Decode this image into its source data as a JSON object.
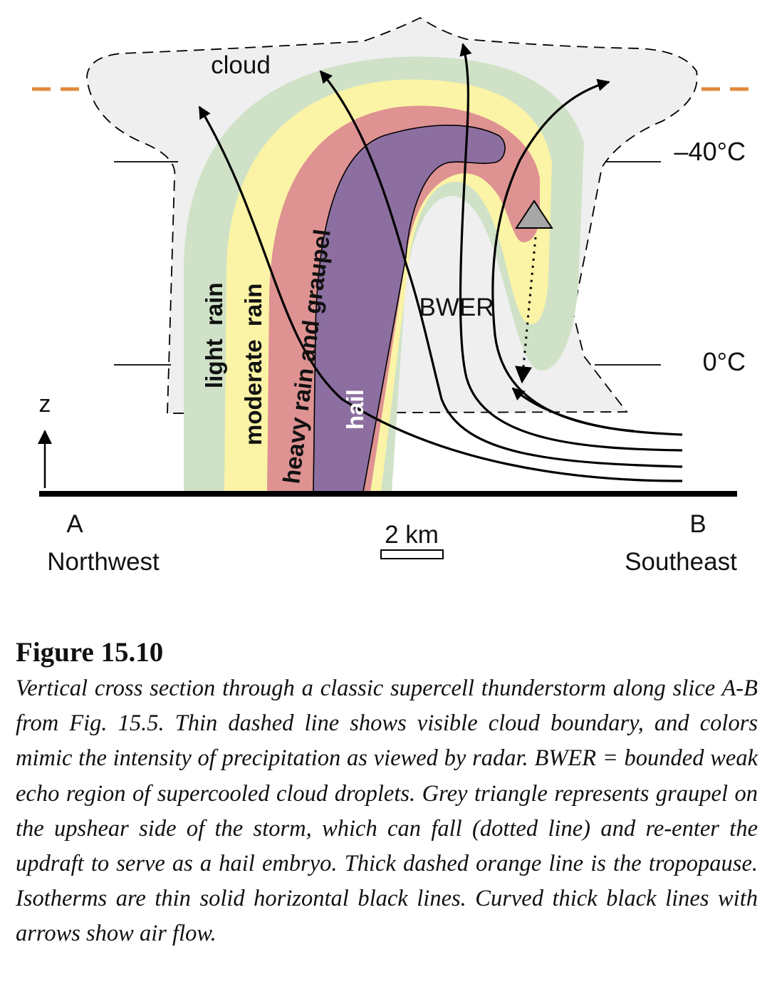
{
  "figure": {
    "labels": {
      "cloud": "cloud",
      "bwer": "BWER",
      "iso_top": "–40°C",
      "iso_bottom": "0°C",
      "z_axis": "z",
      "point_a": "A",
      "point_b": "B",
      "direction_a": "Northwest",
      "direction_b": "Southeast",
      "scale": "2 km",
      "band_light_rain": "light  rain",
      "band_moderate_rain": "moderate  rain",
      "band_heavy_rain": "heavy rain and graupel",
      "band_hail": "hail"
    },
    "colors": {
      "cloud": "#efefef",
      "light_rain": "#cfe2c7",
      "moderate_rain": "#fbf3a5",
      "heavy_rain": "#de9292",
      "hail": "#8c6fa0",
      "tropopause": "#e08a3c",
      "graupel_triangle": "#a7a7a7"
    }
  },
  "caption": {
    "title": "Figure 15.10",
    "body": "Vertical cross section through a classic supercell thunderstorm along slice A-B from Fig. 15.5.  Thin dashed line shows visible cloud boundary, and colors mimic the intensity of precipitation as viewed by radar.  BWER = bounded weak echo region of supercooled cloud droplets.  Grey triangle represents graupel on the upshear side of the storm, which can fall (dotted line) and re-enter the updraft to serve as a hail embryo.  Thick dashed orange line is the tropopause.  Isotherms are thin solid horizontal black lines.  Curved thick black lines with arrows show air flow."
  }
}
